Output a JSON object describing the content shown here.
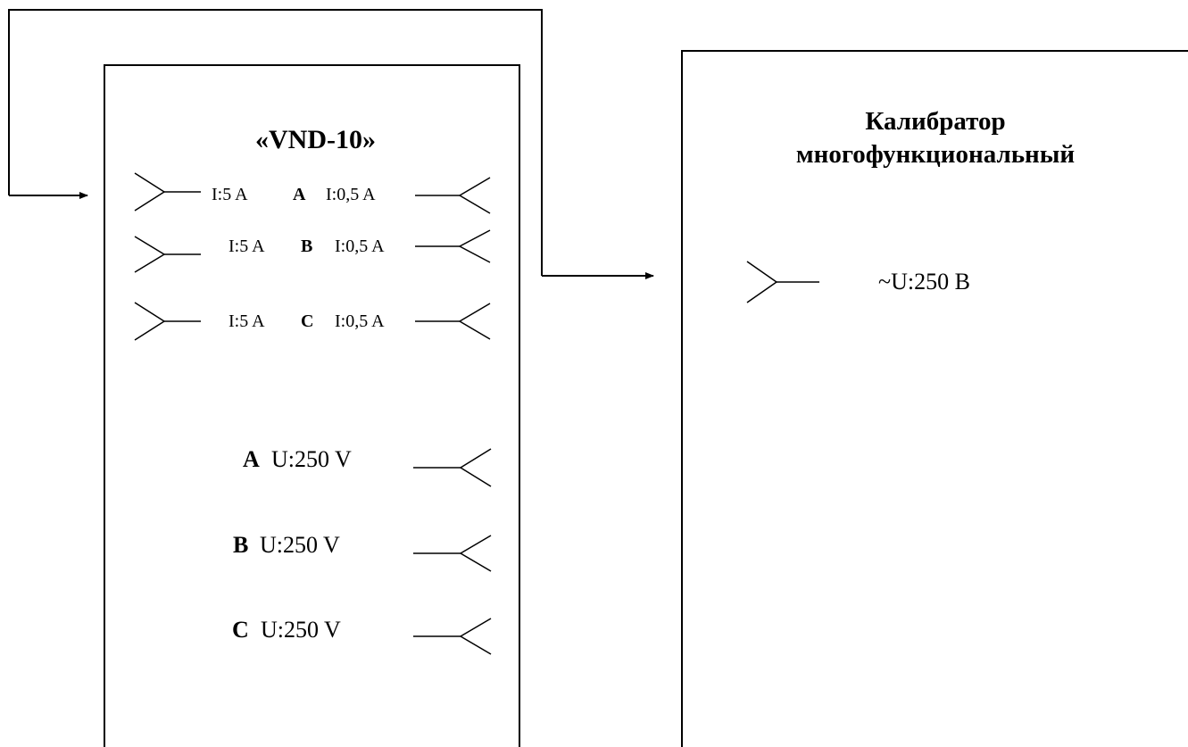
{
  "device": {
    "title": "«VND-10»",
    "current_rows": [
      {
        "left": "I:5 A",
        "phase": "A",
        "right": "I:0,5 A"
      },
      {
        "left": "I:5 A",
        "phase": "B",
        "right": "I:0,5 A"
      },
      {
        "left": "I:5 A",
        "phase": "C",
        "right": "I:0,5 A"
      }
    ],
    "voltage_rows": [
      {
        "phase": "A",
        "value": "U:250 V"
      },
      {
        "phase": "B",
        "value": "U:250 V"
      },
      {
        "phase": "C",
        "value": "U:250 V"
      }
    ]
  },
  "calibrator": {
    "title_line1": "Калибратор",
    "title_line2": "многофункциональный",
    "output": "~U:250 В"
  },
  "colors": {
    "line": "#000000",
    "background": "#ffffff"
  }
}
